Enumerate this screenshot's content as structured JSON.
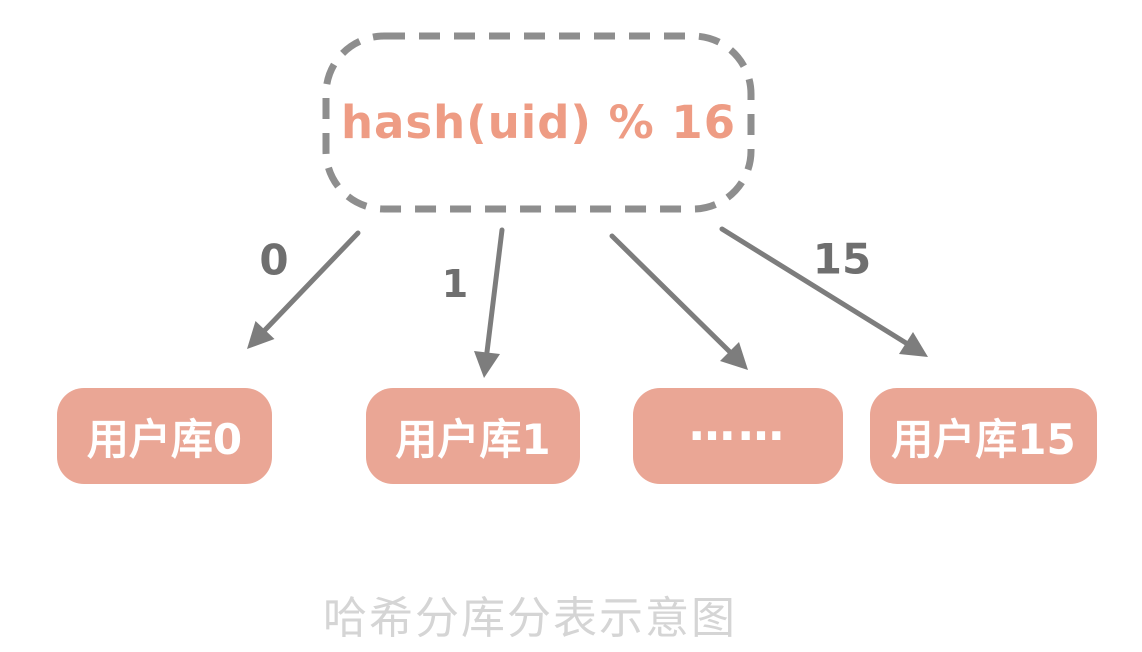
{
  "diagram": {
    "hash_label": "hash(uid) % 16",
    "arrow_labels": [
      "0",
      "1",
      "15"
    ],
    "shards": [
      {
        "label": "用户库0"
      },
      {
        "label": "用户库1"
      },
      {
        "label": "……"
      },
      {
        "label": "用户库15"
      }
    ],
    "caption": "哈希分库分表示意图",
    "colors": {
      "shard_fill": "#EAA695",
      "shard_text": "#FFFFFF",
      "hash_text": "#EE9C84",
      "dashed_border": "#8E8E8E",
      "arrow_gray": "#7D7D7D",
      "label_gray": "#6F6F6F",
      "caption_gray": "#D5D5D5",
      "background": "#FFFFFF"
    }
  }
}
